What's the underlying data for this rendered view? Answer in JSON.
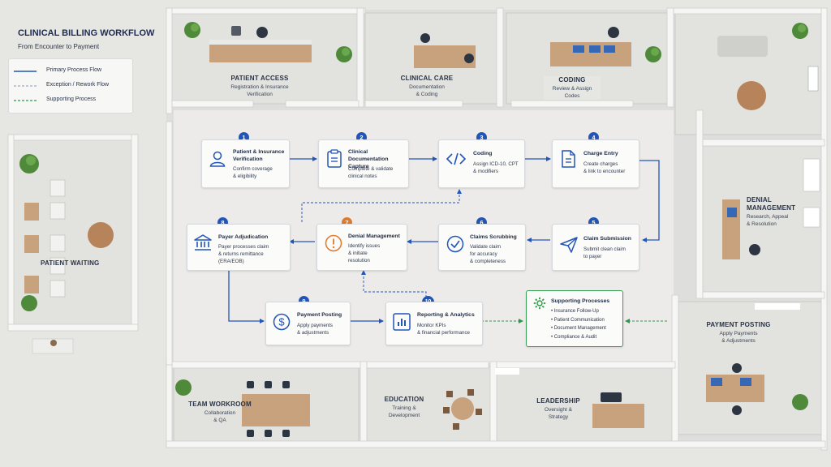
{
  "header": {
    "title": "CLINICAL BILLING WORKFLOW",
    "subtitle": "From Encounter to Payment"
  },
  "legend": [
    {
      "label": "Primary Process Flow",
      "color": "#2255b8",
      "style": "solid"
    },
    {
      "label": "Exception / Rework Flow",
      "color": "#8a96b3",
      "style": "dashed"
    },
    {
      "label": "Supporting Process",
      "color": "#2e9a45",
      "style": "dashed"
    }
  ],
  "rooms": [
    {
      "id": "patient-access",
      "title": "PATIENT ACCESS",
      "sub": [
        "Registration & Insurance",
        "Verification"
      ]
    },
    {
      "id": "clinical-care",
      "title": "CLINICAL CARE",
      "sub": [
        "Documentation",
        "& Coding"
      ]
    },
    {
      "id": "coding",
      "title": "CODING",
      "sub": [
        "Review & Assign",
        "Codes"
      ]
    },
    {
      "id": "denial-management",
      "title": "DENIAL",
      "title2": "MANAGEMENT",
      "sub": [
        "Research, Appeal",
        "& Resolution"
      ]
    },
    {
      "id": "patient-waiting",
      "title": "PATIENT WAITING",
      "sub": []
    },
    {
      "id": "payment-posting",
      "title": "PAYMENT POSTING",
      "sub": [
        "Apply Payments",
        "& Adjustments"
      ]
    },
    {
      "id": "team-workroom",
      "title": "TEAM WORKROOM",
      "sub": [
        "Collaboration",
        "& QA"
      ]
    },
    {
      "id": "education",
      "title": "EDUCATION",
      "sub": [
        "Training &",
        "Development"
      ]
    },
    {
      "id": "leadership",
      "title": "LEADERSHIP",
      "sub": [
        "Oversight &",
        "Strategy"
      ]
    }
  ],
  "steps": [
    {
      "num": "1",
      "title": [
        "Patient & Insurance",
        "Verification"
      ],
      "desc": [
        "Confirm coverage",
        "& eligibility"
      ],
      "icon": "user-icon",
      "badge_color": "#2255b8"
    },
    {
      "num": "2",
      "title": [
        "Clinical Documentation",
        "Capture"
      ],
      "desc": [
        "Complete & validate",
        "clinical notes"
      ],
      "icon": "clipboard-icon",
      "badge_color": "#2255b8"
    },
    {
      "num": "3",
      "title": [
        "Coding"
      ],
      "desc": [
        "Assign ICD-10, CPT",
        "& modifiers"
      ],
      "icon": "code-icon",
      "badge_color": "#2255b8"
    },
    {
      "num": "4",
      "title": [
        "Charge Entry"
      ],
      "desc": [
        "Create charges",
        "& link to encounter"
      ],
      "icon": "document-icon",
      "badge_color": "#2255b8"
    },
    {
      "num": "5",
      "title": [
        "Claim Submission"
      ],
      "desc": [
        "Submit clean claim",
        "to payer"
      ],
      "icon": "paper-plane-icon",
      "badge_color": "#2255b8"
    },
    {
      "num": "6",
      "title": [
        "Claims Scrubbing"
      ],
      "desc": [
        "Validate claim",
        "for accuracy",
        "& completeness"
      ],
      "icon": "check-circle-icon",
      "badge_color": "#2255b8"
    },
    {
      "num": "7",
      "title": [
        "Denial Management"
      ],
      "desc": [
        "Identify issues",
        "& initiate",
        "resolution"
      ],
      "icon": "alert-icon",
      "badge_color": "#e07a2a"
    },
    {
      "num": "8",
      "title": [
        "Payer Adjudication"
      ],
      "desc": [
        "Payer processes claim",
        "& returns remittance",
        "(ERA/EOB)"
      ],
      "icon": "bank-icon",
      "badge_color": "#2255b8"
    },
    {
      "num": "9",
      "title": [
        "Payment Posting"
      ],
      "desc": [
        "Apply payments",
        "& adjustments"
      ],
      "icon": "dollar-icon",
      "badge_color": "#2255b8"
    },
    {
      "num": "10",
      "title": [
        "Reporting & Analytics"
      ],
      "desc": [
        "Monitor KPIs",
        "& financial performance"
      ],
      "icon": "bar-chart-icon",
      "badge_color": "#2255b8"
    }
  ],
  "supporting": {
    "title": "Supporting Processes",
    "icon": "gear-icon",
    "items": [
      "Insurance Follow-Up",
      "Patient Communication",
      "Document Management",
      "Compliance & Audit"
    ]
  },
  "colors": {
    "primary": "#2255b8",
    "warning": "#e07a2a",
    "support": "#2e9a45",
    "rework": "#8a96b3"
  }
}
